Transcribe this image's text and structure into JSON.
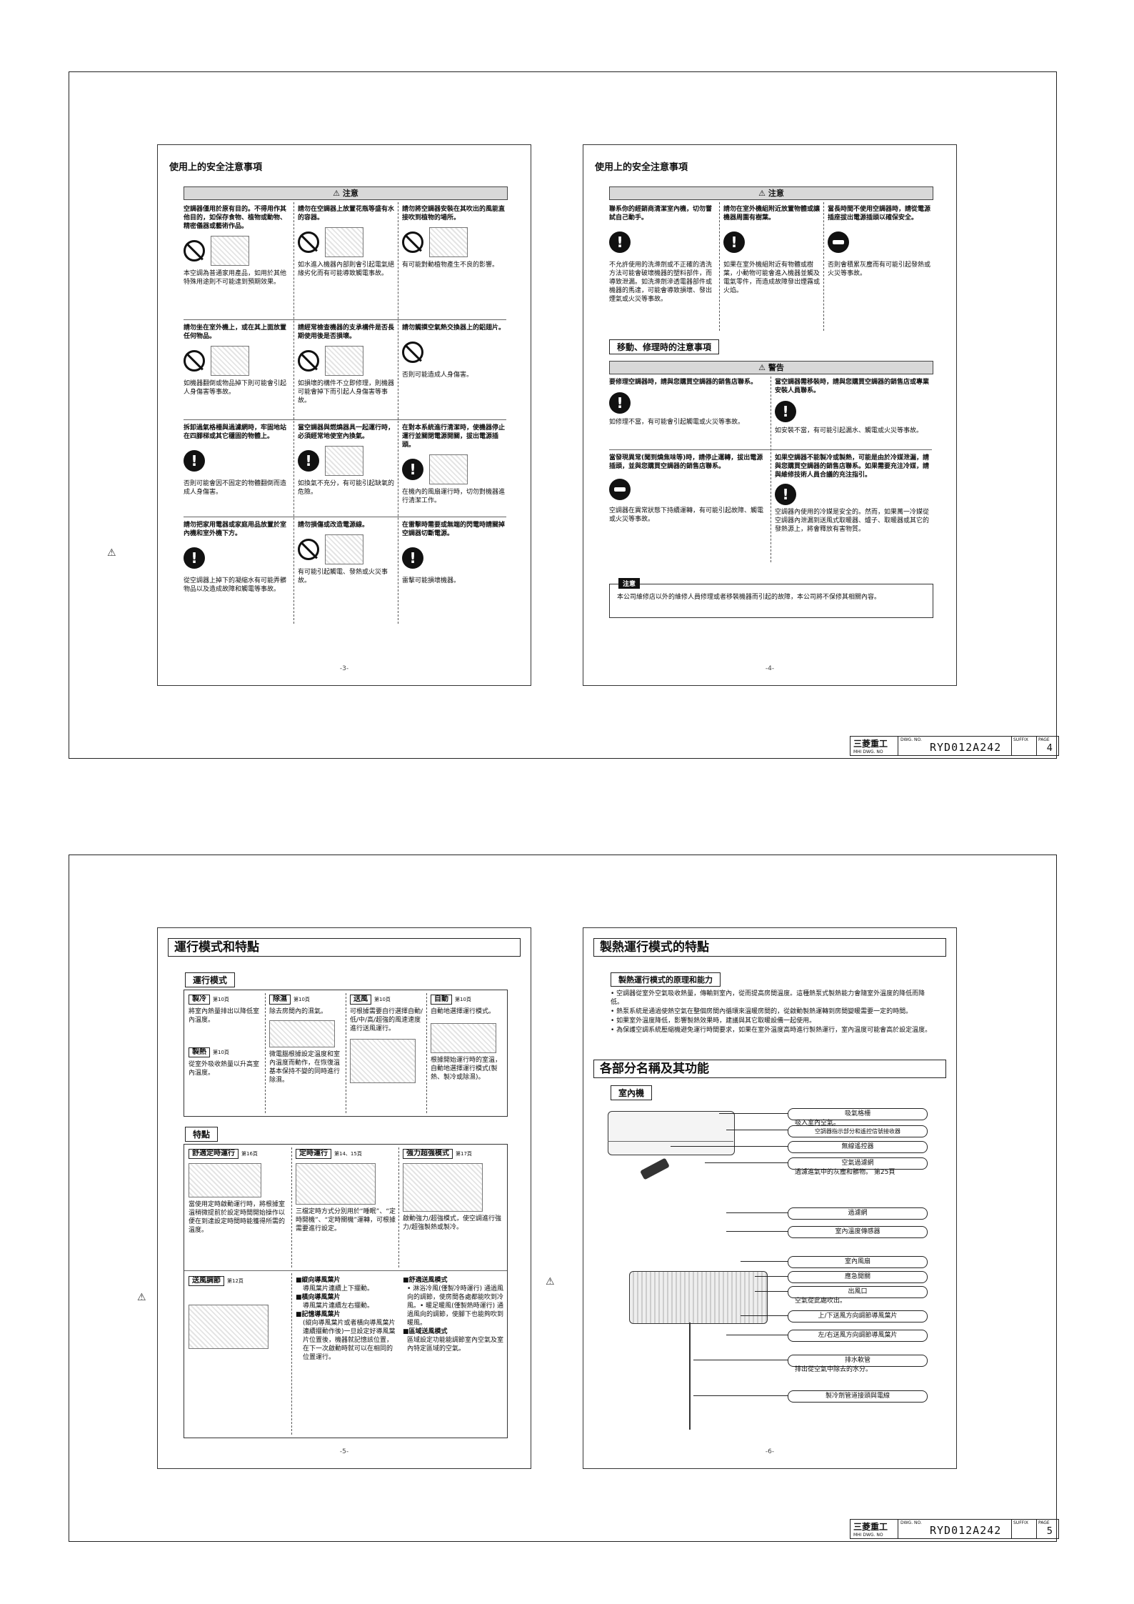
{
  "sheet1": {
    "page3": {
      "title": "使用上的安全注意事項",
      "banner": "⚠ 注意",
      "pageno": "-3-",
      "cells": [
        {
          "hd": "空調器僅用於原有目的。不得用作其他目的，如保存食物、植物或動物、精密儀器或藝術作品。",
          "bd": "本空調為普通家用產品，如用於其他特殊用途則不可能達到預期效果。"
        },
        {
          "hd": "請勿在空調器上放置花瓶等盛有水的容器。",
          "bd": "如水進入機器內部則會引起電氣絕緣劣化而有可能導致觸電事故。"
        },
        {
          "hd": "請勿將空調器安裝在其吹出的風能直接吹到植物的場所。",
          "bd": "有可能對動植物產生不良的影響。"
        },
        {
          "hd": "請勿坐在室外機上，或在其上面放置任何物品。",
          "bd": "如機器翻倒或物品掉下則可能會引起人身傷害等事故。"
        },
        {
          "hd": "請經常檢查機器的支承構件是否長期使用後是否損壞。",
          "bd": "如損壞的構件不立即修理，則機器可能會掉下而引起人身傷害等事故。"
        },
        {
          "hd": "請勿觸摸空氣熱交換器上的鋁翅片。",
          "bd": "否則可能造成人身傷害。"
        },
        {
          "hd": "拆卸過氣格柵與過濾網時，牢固地站在四腳梯或其它穩固的物體上。",
          "bd": "否則可能會因不固定的物體翻倒而造成人身傷害。"
        },
        {
          "hd": "當空調器與燃燒器具一起運行時，必須經常地使室內換氣。",
          "bd": "如換氣不充分，有可能引起缺氧的危險。"
        },
        {
          "hd": "在對本系統進行清潔時，使機器停止運行並關閉電源開關，拔出電源插頭。",
          "bd": "在機內的風扇運行時，切勿對機器進行清潔工作。"
        },
        {
          "hd": "請勿把家用電器或家庭用品放置於室內機和室外機下方。",
          "bd": "從空調器上掉下的凝縮水有可能弄髒物品以及造成故障和觸電等事故。"
        },
        {
          "hd": "請勿損傷或改造電源線。",
          "bd": "有可能引起觸電、發熱或火災事故。"
        },
        {
          "hd": "在雷擊時需要或無端的閃電時請關掉空調器切斷電源。",
          "bd": "雷擊可能損壞機器。"
        }
      ]
    },
    "page4": {
      "title": "使用上的安全注意事項",
      "banner": "⚠ 注意",
      "pageno": "-4-",
      "cells": [
        {
          "hd": "聯系你的經銷商清潔室內機，切勿嘗試自己動手。",
          "bd": "不允許使用的洗滌劑或不正確的清洗方法可能會破壞機器的塑料部件，而導致泄漏。如洗滌劑滲透電器部件或機器的馬達，可能會導致損壞、發出煙氣或火災等事故。"
        },
        {
          "hd": "請勿在室外機組附近放置物體或讓機器周圍有樹葉。",
          "bd": "如果在室外機組附近有物體或樹葉，小動物可能會進入機器並觸及電氣零件，而造成故障發出煙霧或火焰。"
        },
        {
          "hd": "當長時間不使用空調器時，請從電源插座拔出電源插頭以確保安全。",
          "bd": "否則會積累灰塵而有可能引起發熱或火災等事故。"
        }
      ],
      "section": "移動、修理時的注意事項",
      "banner2": "⚠ 警告",
      "cells2": [
        {
          "hd": "要修理空調器時，請與您購買空調器的銷售店聯系。",
          "bd": "如修理不當，有可能會引起觸電或火災等事故。"
        },
        {
          "hd": "當空調器需移裝時，請與您購買空調器的銷售店或專業安裝人員聯系。",
          "bd": "如安裝不當，有可能引起漏水、觸電或火災等事故。"
        },
        {
          "hd": "當發現異常(聞到燒焦味等)時，請停止運轉，拔出電源插頭，並與您購買空調器的銷售店聯系。",
          "bd": "空調器在異常狀態下持續運轉，有可能引起故障、觸電或火災等事故。"
        },
        {
          "hd": "如果空調器不能製冷或製熱，可能是由於冷媒泄漏，請與您購買空調器的銷售店聯系。如果需要充注冷媒，請與維修技術人員合議的充注指引。",
          "bd": "空調器內使用的冷媒是安全的。然而，如果萬一冷媒從空調器內泄漏到送風式取暖器、爐子、取暖器或其它的發熱源上，將會釋放有害物質。"
        }
      ],
      "note_tag": "注意",
      "note": "本公司維修店以外的維修人員修理或者移裝機器而引起的故障，本公司將不保修其相關內容。"
    },
    "titleblock": {
      "maker": "三菱重工",
      "maker_en": "MHI DWG. NO",
      "dwg_label": "DWG. NO.",
      "dwg_no": "RYD012A242",
      "suffix_label": "SUFFIX",
      "page_label": "PAGE",
      "page": "4"
    }
  },
  "sheet2": {
    "page5": {
      "title": "運行模式和特點",
      "sub1": "運行模式",
      "modes": [
        {
          "name": "製冷",
          "ref": "第10頁",
          "desc": "將室內熱量排出以降低室內溫度。"
        },
        {
          "name": "除濕",
          "ref": "第10頁",
          "desc": "除去房間內的濕氣。"
        },
        {
          "name": "送風",
          "ref": "第10頁",
          "desc": "可根據需要自行選擇自動/低/中/高/超強的風速速度進行送風運行。"
        },
        {
          "name": "自動",
          "ref": "第10頁",
          "desc": "自動地選擇運行模式。"
        },
        {
          "name": "製熱",
          "ref": "第10頁",
          "desc": "從室外吸收熱量以升高室內溫度。"
        }
      ],
      "mode_extra1": "微電腦根據設定溫度和室內溫度而動作，在恢復溫基本保持不變的同時進行除濕。",
      "mode_extra2": "根據開始運行時的室溫，自動地選擇運行模式(製熱、製冷或除濕)。",
      "sub2": "特點",
      "features": [
        {
          "name": "舒適定時運行",
          "ref": "第16頁",
          "desc": "當使用定時啟動運行時，將根據室溫稍微提前於設定時間開始操作以便在到達設定時間時能獲得所需的溫度。"
        },
        {
          "name": "定時運行",
          "ref": "第14、15頁",
          "desc": "三檔定時方式分別用於“睡眠”、“定時開機”、“定時關機”運轉，可根據需要進行設定。"
        },
        {
          "name": "強力超強模式",
          "ref": "第17頁",
          "desc": "啟動強力/超強模式，使空調進行強力/超強製熱或製冷。"
        }
      ],
      "airflow": {
        "name": "送風調節",
        "ref": "第12頁"
      },
      "louver_items": [
        {
          "hd": "■縱向導風葉片",
          "bd": "導風葉片連續上下擺動。"
        },
        {
          "hd": "■橫向導風葉片",
          "bd": "導風葉片連續左右擺動。"
        },
        {
          "hd": "■記憶導風葉片",
          "bd": "(縱向導風葉片或者橫向導風葉片連續擺動作後)一旦設定好導風葉片位置後，機器就記憶該位置，在下一次啟動時就可以在相同的位置運行。"
        }
      ],
      "comfort_items": [
        {
          "hd": "■舒適送風模式",
          "bd": "• 淋浴冷風(僅製冷時運行) 通過風向的調節，使房間各處都能吹到冷風。• 暖足暖風(僅製熱時運行) 通過風向的調節，使腳下也能夠吹到暖風。"
        },
        {
          "hd": "■區域送風模式",
          "bd": "區域設定功能能調節室內空氣及室內特定區域的空氣。"
        }
      ],
      "pageno": "-5-"
    },
    "page6": {
      "title": "製熱運行模式的特點",
      "sub1": "製熱運行模式的原理和能力",
      "bullets": [
        "• 空調器從室外空氣吸收熱量，傳輸到室內，從而提高房間溫度。這種熱泵式製熱能力會隨室外溫度的降低而降低。",
        "• 熱泵系統是通過使熱空氣在整個房間內循環來溫暖房間的，從啟動製熱運轉到房間變暖需要一定的時間。",
        "• 如果室外溫度降低，影響製熱效果時，建議與其它取暖設備一起使用。",
        "• 為保護空調系統壓縮機避免運行時間要求，如果在室外溫度高時進行製熱運行，室內溫度可能會高於設定溫度。"
      ],
      "title2": "各部分名稱及其功能",
      "sub2": "室內機",
      "parts": [
        {
          "label": "吸氣格柵",
          "note": "吸入室內空氣。"
        },
        {
          "label": "空調器指示部分和遙控信號接收器",
          "note": ""
        },
        {
          "label": "無線遙控器",
          "note": ""
        },
        {
          "label": "空氣過濾網",
          "note": "過濾進氣中的灰塵和髒物。 第25頁"
        },
        {
          "label": "過濾網",
          "note": ""
        },
        {
          "label": "室內溫度傳感器",
          "note": ""
        },
        {
          "label": "室內風扇",
          "note": ""
        },
        {
          "label": "應急開關",
          "note": ""
        },
        {
          "label": "出風口",
          "note": "空氣從此處吹出。"
        },
        {
          "label": "上/下送風方向調節導風葉片",
          "note": ""
        },
        {
          "label": "左/右送風方向調節導風葉片",
          "note": ""
        },
        {
          "label": "排水軟管",
          "note": "排出從空氣中除去的水分。"
        },
        {
          "label": "製冷劑管道接頭與電線",
          "note": ""
        }
      ],
      "pageno": "-6-"
    },
    "titleblock": {
      "maker": "三菱重工",
      "maker_en": "MHI DWG. NO",
      "dwg_label": "DWG. NO.",
      "dwg_no": "RYD012A242",
      "suffix_label": "SUFFIX",
      "page_label": "PAGE",
      "page": "5"
    }
  },
  "icons": {
    "warn": "⚠",
    "must": "!"
  }
}
